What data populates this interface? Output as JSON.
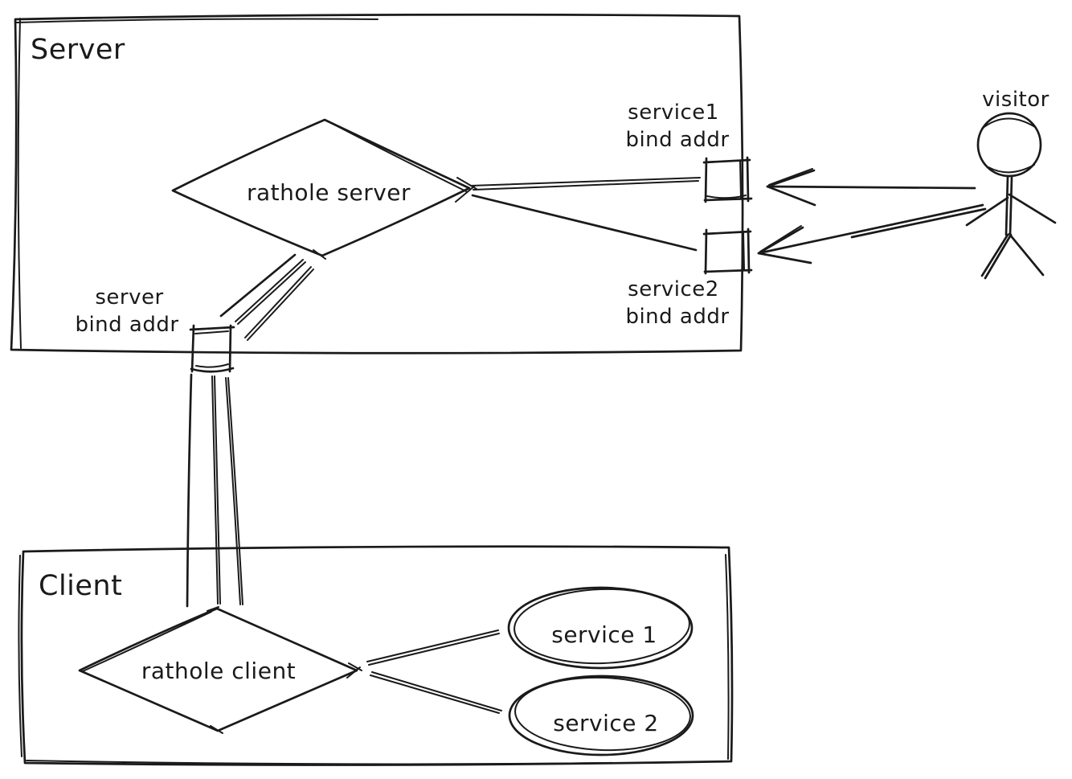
{
  "colors": {
    "stroke": "#1a1a1a",
    "background": "#ffffff"
  },
  "server_group": {
    "label": "Server",
    "rathole_server": {
      "label": "rathole server",
      "shape": "diamond"
    },
    "service1_port": {
      "line1": "service1",
      "line2": "bind addr",
      "shape": "square"
    },
    "service2_port": {
      "line1": "service2",
      "line2": "bind addr",
      "shape": "square"
    },
    "server_port": {
      "line1": "server",
      "line2": "bind addr",
      "shape": "square"
    }
  },
  "client_group": {
    "label": "Client",
    "rathole_client": {
      "label": "rathole client",
      "shape": "diamond"
    },
    "service1": {
      "label": "service 1",
      "shape": "ellipse"
    },
    "service2": {
      "label": "service 2",
      "shape": "ellipse"
    }
  },
  "visitor": {
    "label": "visitor",
    "shape": "stick-figure"
  }
}
